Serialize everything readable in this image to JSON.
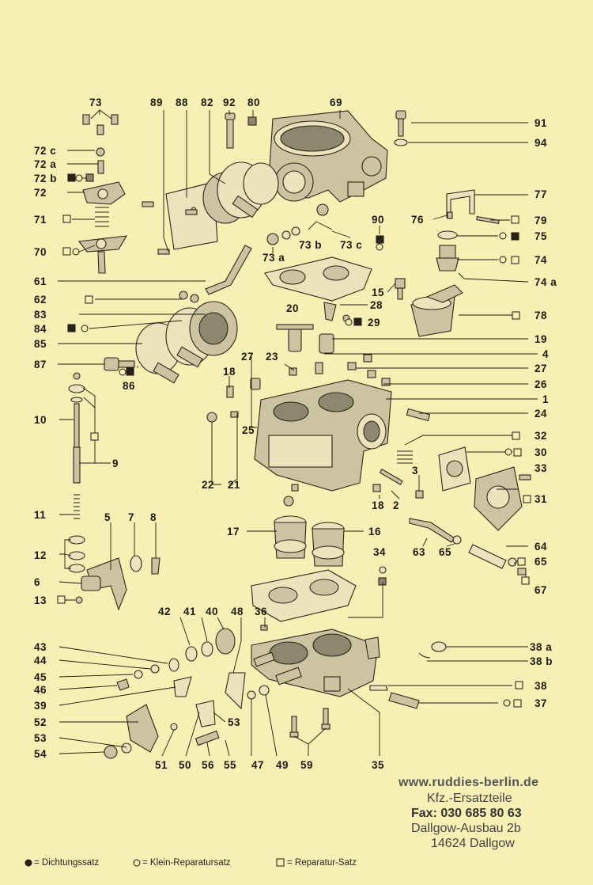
{
  "labels": [
    "73",
    "89",
    "88",
    "82",
    "92",
    "80",
    "69",
    "91",
    "94",
    "72 c",
    "72 a",
    "72 b",
    "72",
    "77",
    "71",
    "76",
    "79",
    "90",
    "75",
    "70",
    "73 a",
    "73 b",
    "73 c",
    "74",
    "61",
    "74 a",
    "15",
    "62",
    "28",
    "20",
    "83",
    "84",
    "29",
    "78",
    "85",
    "19",
    "87",
    "23",
    "86",
    "27",
    "4",
    "27",
    "18",
    "26",
    "1",
    "10",
    "24",
    "25",
    "32",
    "9",
    "30",
    "33",
    "22",
    "21",
    "3",
    "31",
    "18",
    "2",
    "11",
    "5",
    "7",
    "8",
    "17",
    "16",
    "63",
    "65",
    "64",
    "12",
    "34",
    "65",
    "6",
    "67",
    "13",
    "42",
    "41",
    "40",
    "48",
    "36",
    "38 a",
    "43",
    "44",
    "38 b",
    "45",
    "46",
    "38",
    "39",
    "37",
    "52",
    "53",
    "53",
    "51",
    "50",
    "56",
    "55",
    "47",
    "49",
    "59",
    "35",
    "54"
  ],
  "contact": {
    "url": "www.ruddies-berlin.de",
    "line2": "Kfz.-Ersatzteile",
    "line3": "Fax: 030 685 80 63",
    "line4": "Dallgow-Ausbau 2b",
    "line5": "14624 Dallgow"
  },
  "legend": {
    "dichtung": "= Dichtungssatz",
    "klein": "= Klein-Reparatursatz",
    "reparatur": "= Reparatur-Satz"
  }
}
